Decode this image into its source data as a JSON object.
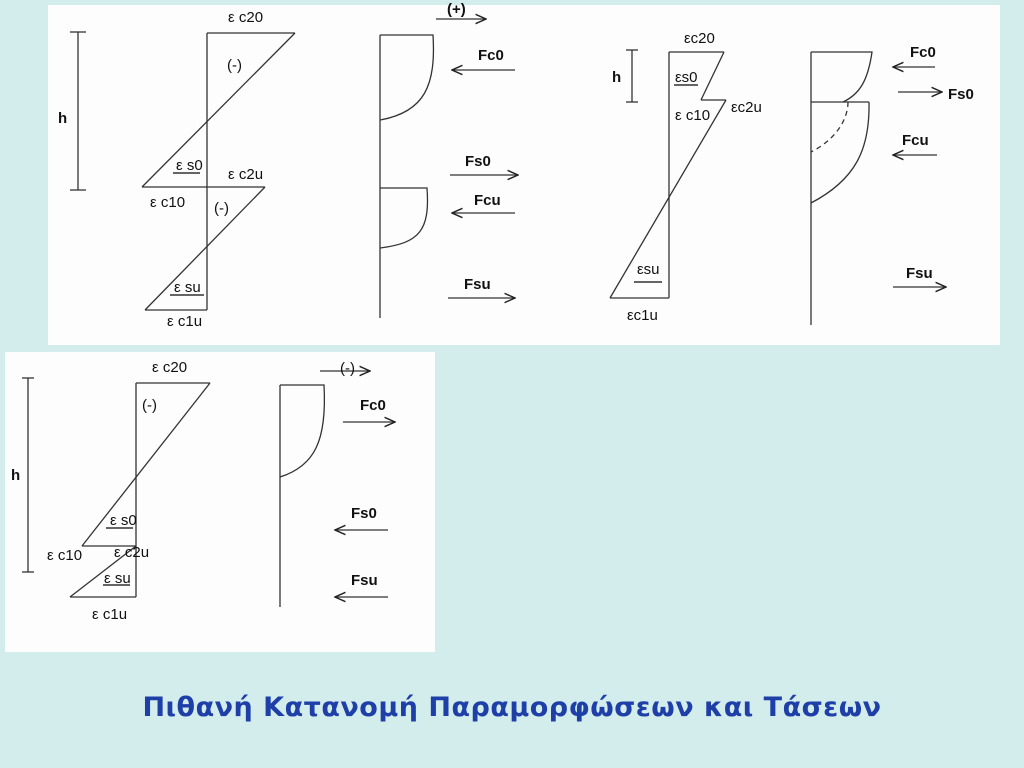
{
  "diagram1": {
    "eps_c20": "ε c20",
    "minus_top": "(-)",
    "h": "h",
    "eps_s0": "ε s0",
    "eps_c2u": "ε c2u",
    "eps_c10": "ε c10",
    "minus_mid": "(-)",
    "eps_su": "ε su",
    "eps_c1u": "ε c1u",
    "plus_top": "(+)",
    "Fc0": "Fc0",
    "Fs0": "Fs0",
    "Fcu": "Fcu",
    "Fsu": "Fsu"
  },
  "diagram2": {
    "eps_c20": "εc20",
    "h": "h",
    "eps_s0": "εs0",
    "eps_c10": "ε c10",
    "eps_c2u": "εc2u",
    "eps_su": "εsu",
    "eps_c1u": "εc1u",
    "Fc0": "Fc0",
    "Fs0": "Fs0",
    "Fcu": "Fcu",
    "Fsu": "Fsu"
  },
  "diagram3": {
    "eps_c20": "ε c20",
    "minus_top": "(-)",
    "h": "h",
    "eps_s0": "ε s0",
    "eps_c10": "ε c10",
    "eps_c2u": "ε c2u",
    "eps_su": "ε su",
    "eps_c1u": "ε c1u",
    "minus_arrow": "(-)",
    "Fc0": "Fc0",
    "Fs0": "Fs0",
    "Fsu": "Fsu"
  },
  "caption": "Πιθανή Κατανομή Παραμορφώσεων και Τάσεων",
  "colors": {
    "background": "#d3ecec",
    "caption": "#1f3fa8",
    "line": "#222222"
  }
}
